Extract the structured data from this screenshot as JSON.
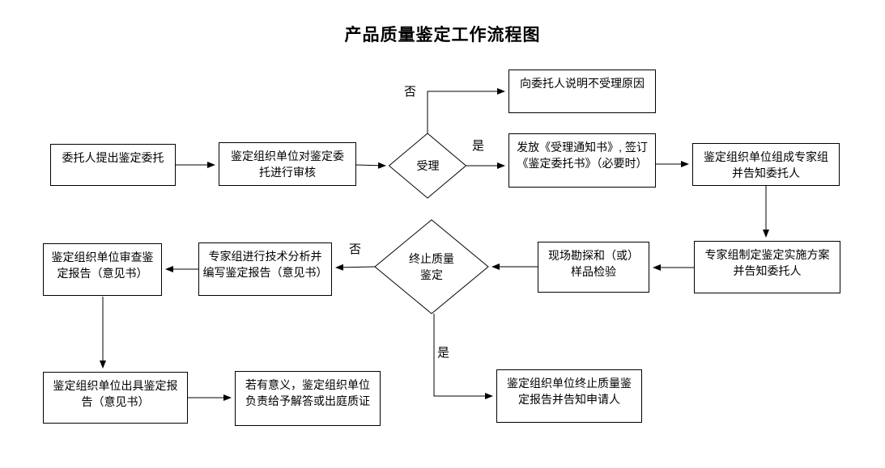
{
  "title": "产品质量鉴定工作流程图",
  "flowchart": {
    "colors": {
      "stroke": "#000000",
      "fill": "#ffffff",
      "text": "#000000"
    },
    "nodes": {
      "submit": {
        "shape": "rect",
        "label": "委托人提出鉴定委托"
      },
      "review": {
        "shape": "rect",
        "label": "鉴定组织单位对鉴定委\n托进行审核"
      },
      "accept": {
        "shape": "diamond",
        "label": "受理"
      },
      "explain_rejection": {
        "shape": "rect",
        "label": "向委托人说明不受理原因"
      },
      "issue_notice": {
        "shape": "rect",
        "label": "发放《受理通知书》, 签订\n《鉴定委托书》（必要时）"
      },
      "form_expert_team": {
        "shape": "rect",
        "label": "鉴定组织单位组成专家组\n并告知委托人"
      },
      "make_plan": {
        "shape": "rect",
        "label": "专家组制定鉴定实施方案\n并告知委托人"
      },
      "site_inspection": {
        "shape": "rect",
        "label": "现场勘探和（或）\n样品检验"
      },
      "terminate_decision": {
        "shape": "diamond",
        "label": "终止质量\n鉴定"
      },
      "technical_analysis": {
        "shape": "rect",
        "label": "专家组进行技术分析并\n编写鉴定报告（意见书）"
      },
      "examine_report": {
        "shape": "rect",
        "label": "鉴定组织单位审查鉴\n定报告（意见书）"
      },
      "issue_report": {
        "shape": "rect",
        "label": "鉴定组织单位出具鉴定报\n告（意见书）"
      },
      "court_testimony": {
        "shape": "rect",
        "label": "若有意义，鉴定组织单位\n负责给予解答或出庭质证"
      },
      "terminate_report": {
        "shape": "rect",
        "label": "鉴定组织单位终止质量鉴\n定报告并告知申请人"
      }
    },
    "edge_labels": {
      "accept_no": "否",
      "accept_yes": "是",
      "terminate_no": "否",
      "terminate_yes": "是"
    },
    "edges": [
      {
        "from": "submit",
        "to": "review"
      },
      {
        "from": "review",
        "to": "accept"
      },
      {
        "from": "accept",
        "to": "explain_rejection",
        "label": "否"
      },
      {
        "from": "accept",
        "to": "issue_notice",
        "label": "是"
      },
      {
        "from": "issue_notice",
        "to": "form_expert_team"
      },
      {
        "from": "form_expert_team",
        "to": "make_plan"
      },
      {
        "from": "make_plan",
        "to": "site_inspection"
      },
      {
        "from": "site_inspection",
        "to": "terminate_decision"
      },
      {
        "from": "terminate_decision",
        "to": "technical_analysis",
        "label": "否"
      },
      {
        "from": "technical_analysis",
        "to": "examine_report"
      },
      {
        "from": "examine_report",
        "to": "issue_report"
      },
      {
        "from": "issue_report",
        "to": "court_testimony"
      },
      {
        "from": "terminate_decision",
        "to": "terminate_report",
        "label": "是"
      }
    ]
  }
}
